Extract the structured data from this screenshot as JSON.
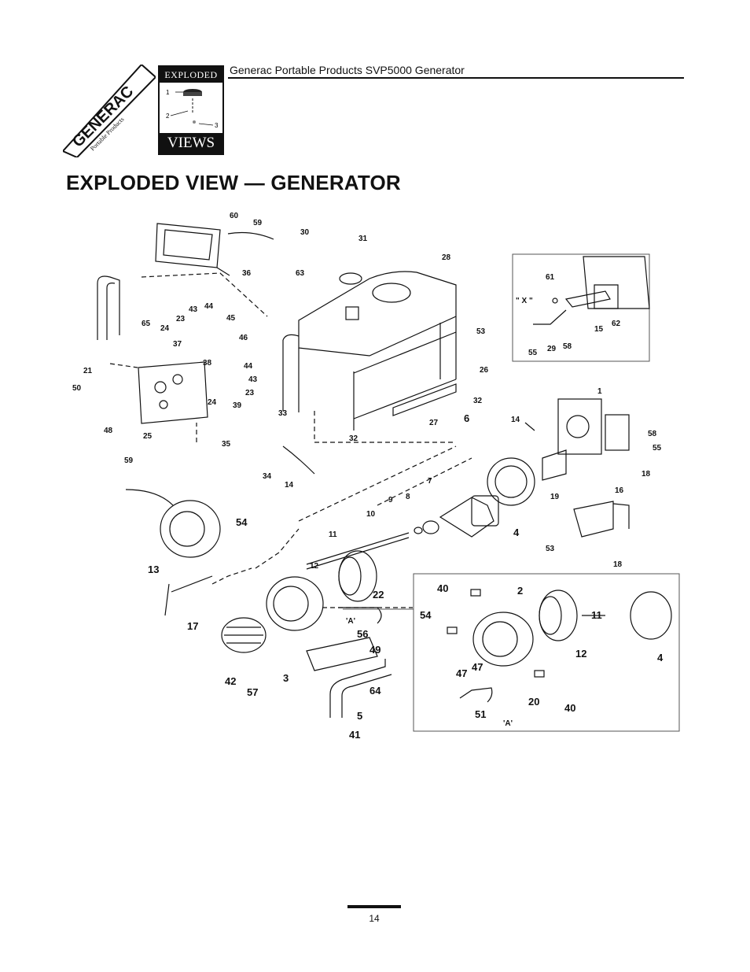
{
  "header": {
    "logo_text": "GENERAC",
    "logo_subtext": "Portable Products",
    "badge_top": "EXPLODED",
    "badge_bottom": "VIEWS",
    "badge_callouts": [
      "1",
      "2",
      "3"
    ],
    "title": "Generac Portable Products SVP5000 Generator"
  },
  "page": {
    "heading": "EXPLODED VIEW — GENERATOR",
    "number": "14"
  },
  "diagram": {
    "inset_x_label": "\" X \"",
    "connector_label": "'A'",
    "callouts_main": [
      "60",
      "59",
      "36",
      "30",
      "31",
      "28",
      "63",
      "65",
      "24",
      "23",
      "43",
      "44",
      "45",
      "37",
      "46",
      "21",
      "38",
      "44",
      "43",
      "50",
      "23",
      "24",
      "39",
      "48",
      "25",
      "35",
      "33",
      "32",
      "27",
      "53",
      "26",
      "32",
      "6",
      "14",
      "1",
      "58",
      "55",
      "18",
      "34",
      "14",
      "59",
      "7",
      "8",
      "9",
      "10",
      "4",
      "19",
      "16",
      "53",
      "18",
      "54",
      "11",
      "12",
      "13",
      "22",
      "17",
      "56",
      "49",
      "42",
      "57",
      "3",
      "64",
      "5",
      "41"
    ],
    "callouts_inset_top": [
      "61",
      "15",
      "62",
      "55",
      "29",
      "58"
    ],
    "callouts_inset_bottom": [
      "40",
      "2",
      "11",
      "54",
      "12",
      "4",
      "47",
      "47",
      "20",
      "40",
      "51"
    ]
  }
}
